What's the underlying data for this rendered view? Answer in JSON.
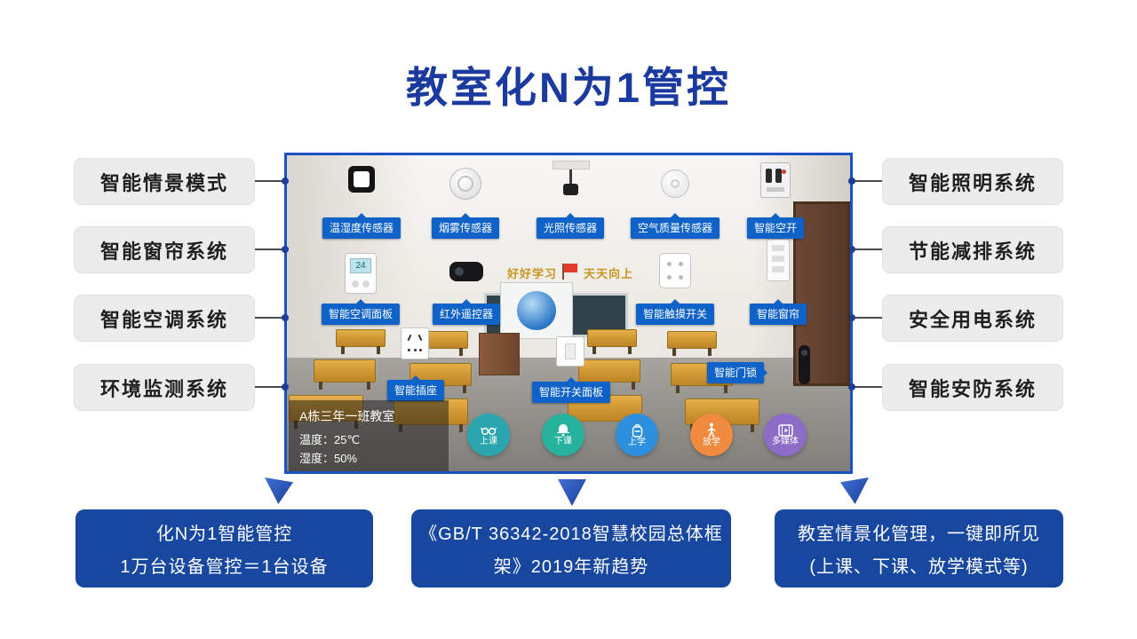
{
  "title": "教室化N为1管控",
  "left_systems": [
    "智能情景模式",
    "智能窗帘系统",
    "智能空调系统",
    "环境监测系统"
  ],
  "right_systems": [
    "智能照明系统",
    "节能减排系统",
    "安全用电系统",
    "智能安防系统"
  ],
  "device_tags": [
    "温湿度传感器",
    "烟雾传感器",
    "光照传感器",
    "空气质量传感器",
    "智能空开",
    "智能空调面板",
    "红外遥控器",
    "智能触摸开关",
    "智能窗帘",
    "智能插座",
    "智能开关面板",
    "智能门锁"
  ],
  "classroom": {
    "banner_left": "好好学习",
    "banner_right": "天天向上",
    "info_title": "A栋三年一班教室",
    "info_temp": "温度：25℃",
    "info_humidity": "湿度：50%",
    "thermostat_value": "24"
  },
  "modes": [
    {
      "label": "上课",
      "color": "#2ca6ae"
    },
    {
      "label": "下课",
      "color": "#27b29e"
    },
    {
      "label": "上学",
      "color": "#2e8fdc"
    },
    {
      "label": "放学",
      "color": "#f08a3e"
    },
    {
      "label": "多媒体",
      "color": "#8d6cc8"
    }
  ],
  "bottom_cards": [
    {
      "line1": "化N为1智能管控",
      "line2": "1万台设备管控＝1台设备"
    },
    {
      "line1": "《GB/T 36342-2018智慧校园总体框",
      "line2": "架》2019年新趋势"
    },
    {
      "line1": "教室情景化管理，一键即所见",
      "line2": "(上课、下课、放学模式等)"
    }
  ],
  "colors": {
    "title_blue": "#1b3aa0",
    "tag_blue": "#0f63c8",
    "card_blue": "#17479f",
    "frame_blue": "#1d50c0"
  }
}
